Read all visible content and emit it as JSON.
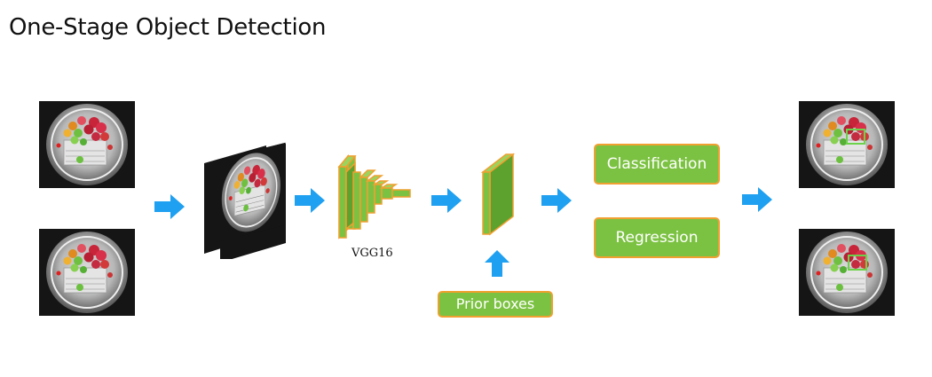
{
  "title": "One-Stage Object Detection",
  "backbone_label": "VGG16",
  "heads": {
    "classification": "Classification",
    "regression": "Regression"
  },
  "prior_boxes": "Prior boxes",
  "colors": {
    "block_fill": "#7cc242",
    "block_border": "#f0a030",
    "arrow": "#1fa0f0",
    "detection_box": "#6cd24a"
  },
  "icons": [
    "right-arrow-icon",
    "up-arrow-icon"
  ]
}
